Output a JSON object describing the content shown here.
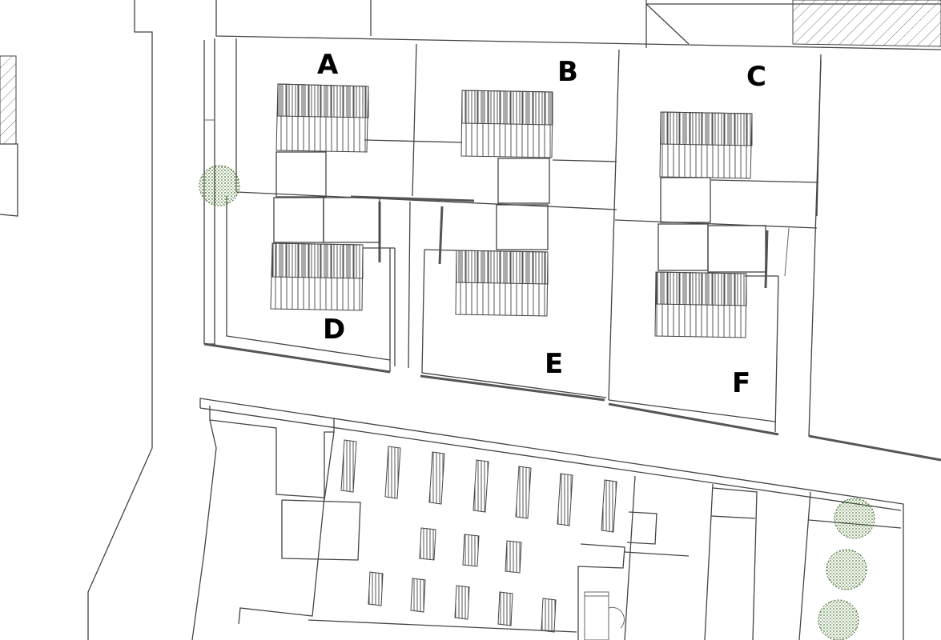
{
  "plots": [
    {
      "label": "A"
    },
    {
      "label": "B"
    },
    {
      "label": "C"
    },
    {
      "label": "D"
    },
    {
      "label": "E"
    },
    {
      "label": "F"
    }
  ],
  "colors": {
    "line": "#444444",
    "tree": "#3f6b2a",
    "background": "#ffffff"
  }
}
